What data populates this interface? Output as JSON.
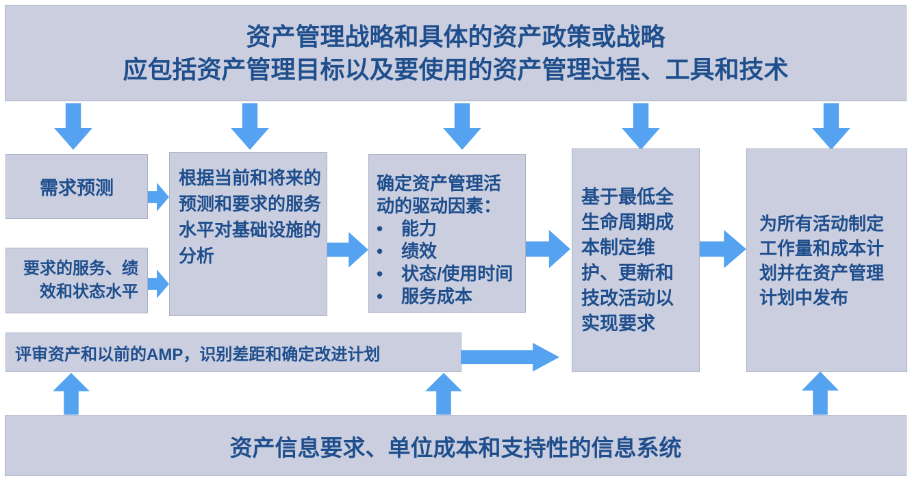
{
  "colors": {
    "page_bg": "#ffffff",
    "box_fill": "#cacedf",
    "box_border": "#aab0c4",
    "arrow_blue": "#55a3f0",
    "text_blue": "#1f4e8c"
  },
  "bullet_char": "•",
  "top_banner": {
    "line1": "资产管理战略和具体的资产政策或战略",
    "line2": "应包括资产管理目标以及要使用的资产管理过程、工具和技术"
  },
  "flow_boxes": {
    "demand_forecast": "需求预测",
    "required_service_levels": "要求的服务、绩效和状态水平",
    "infrastructure_analysis": "根据当前和将来的预测和要求的服务水平对基础设施的分析",
    "activity_drivers": {
      "title": "确定资产管理活动的驱动因素：",
      "bullets": [
        "能力",
        "绩效",
        "状态/使用时间",
        "服务成本"
      ]
    },
    "lifecycle_cost_planning": "基于最低全生命周期成本制定维护、更新和技改活动以实现要求",
    "workload_cost_plan": "为所有活动制定工作量和成本计划并在资产管理计划中发布",
    "review_amp": "评审资产和以前的AMP，识别差距和确定改进计划"
  },
  "bottom_banner": {
    "text": "资产信息要求、单位成本和支持性的信息系统"
  }
}
